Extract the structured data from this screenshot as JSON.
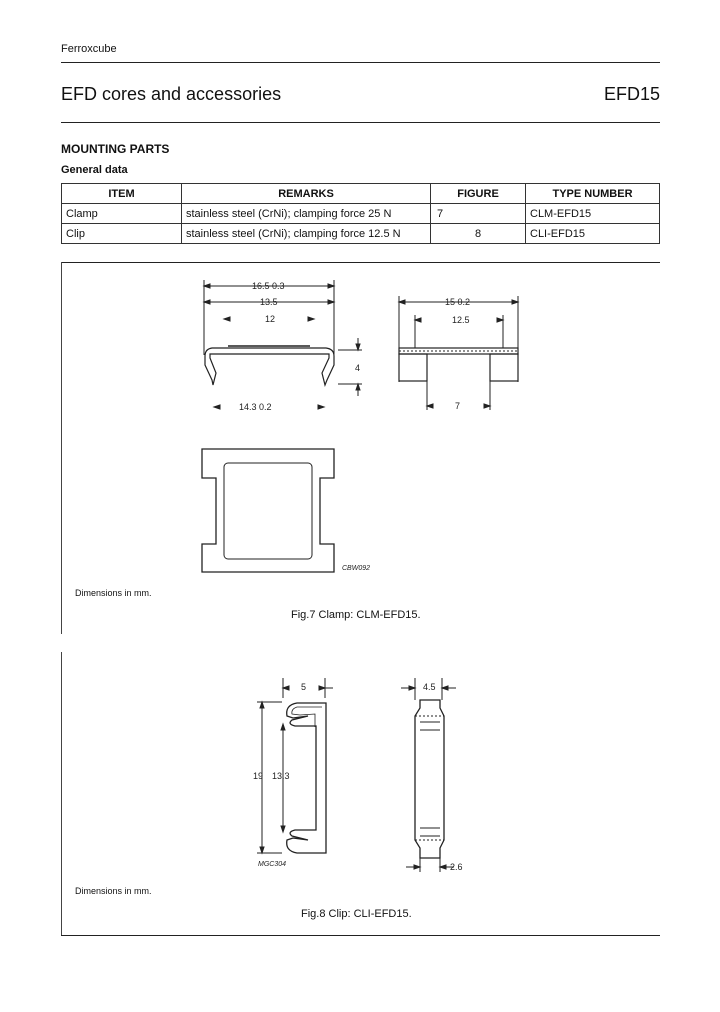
{
  "header": {
    "company": "Ferroxcube",
    "title": "EFD cores and accessories",
    "doc_id": "EFD15"
  },
  "section": {
    "title": "MOUNTING PARTS",
    "subtitle": "General data"
  },
  "table": {
    "headers": [
      "ITEM",
      "REMARKS",
      "FIGURE",
      "TYPE NUMBER"
    ],
    "rows": [
      {
        "item": "Clamp",
        "remarks": "stainless steel (CrNi); clamping force   25 N",
        "figure": "7",
        "type": "CLM-EFD15"
      },
      {
        "item": "Clip",
        "remarks": "stainless steel (CrNi); clamping force   12.5 N",
        "figure": "8",
        "type": "CLI-EFD15"
      }
    ]
  },
  "fig7": {
    "dims": {
      "overall": "16.5  0.3",
      "mid": "13.5",
      "inner": "12",
      "height": "4",
      "bottom": "14.3  0.2",
      "side_overall": "15  0.2",
      "side_inner": "12.5",
      "side_bottom": "7"
    },
    "code": "CBW092",
    "dim_note": "Dimensions in mm.",
    "caption": "Fig.7  Clamp: CLM-EFD15."
  },
  "fig8": {
    "dims": {
      "width": "5",
      "height": "19",
      "inner_height": "13.3",
      "side_width": "4.5",
      "side_bottom": "2.6"
    },
    "code": "MGC304",
    "dim_note": "Dimensions in mm.",
    "caption": "Fig.8  Clip: CLI-EFD15."
  }
}
